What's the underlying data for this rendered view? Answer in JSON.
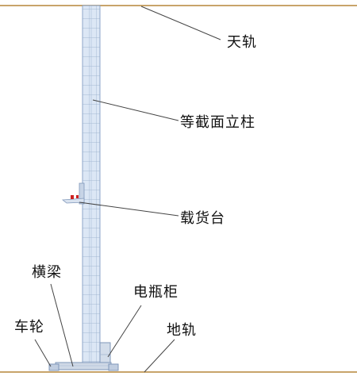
{
  "labels": {
    "top_rail": "天轨",
    "mast": "等截面立柱",
    "carriage": "载货台",
    "crossbeam": "横梁",
    "battery_cabinet": "电瓶柜",
    "wheel": "车轮",
    "ground_rail": "地轨"
  },
  "colors": {
    "rail": "#c8a46a",
    "mast_fill": "#dce7f5",
    "mast_stroke": "#8ea6c8",
    "base": "#cfd9e6",
    "leader": "#444444",
    "accent_red": "#cc2222"
  }
}
